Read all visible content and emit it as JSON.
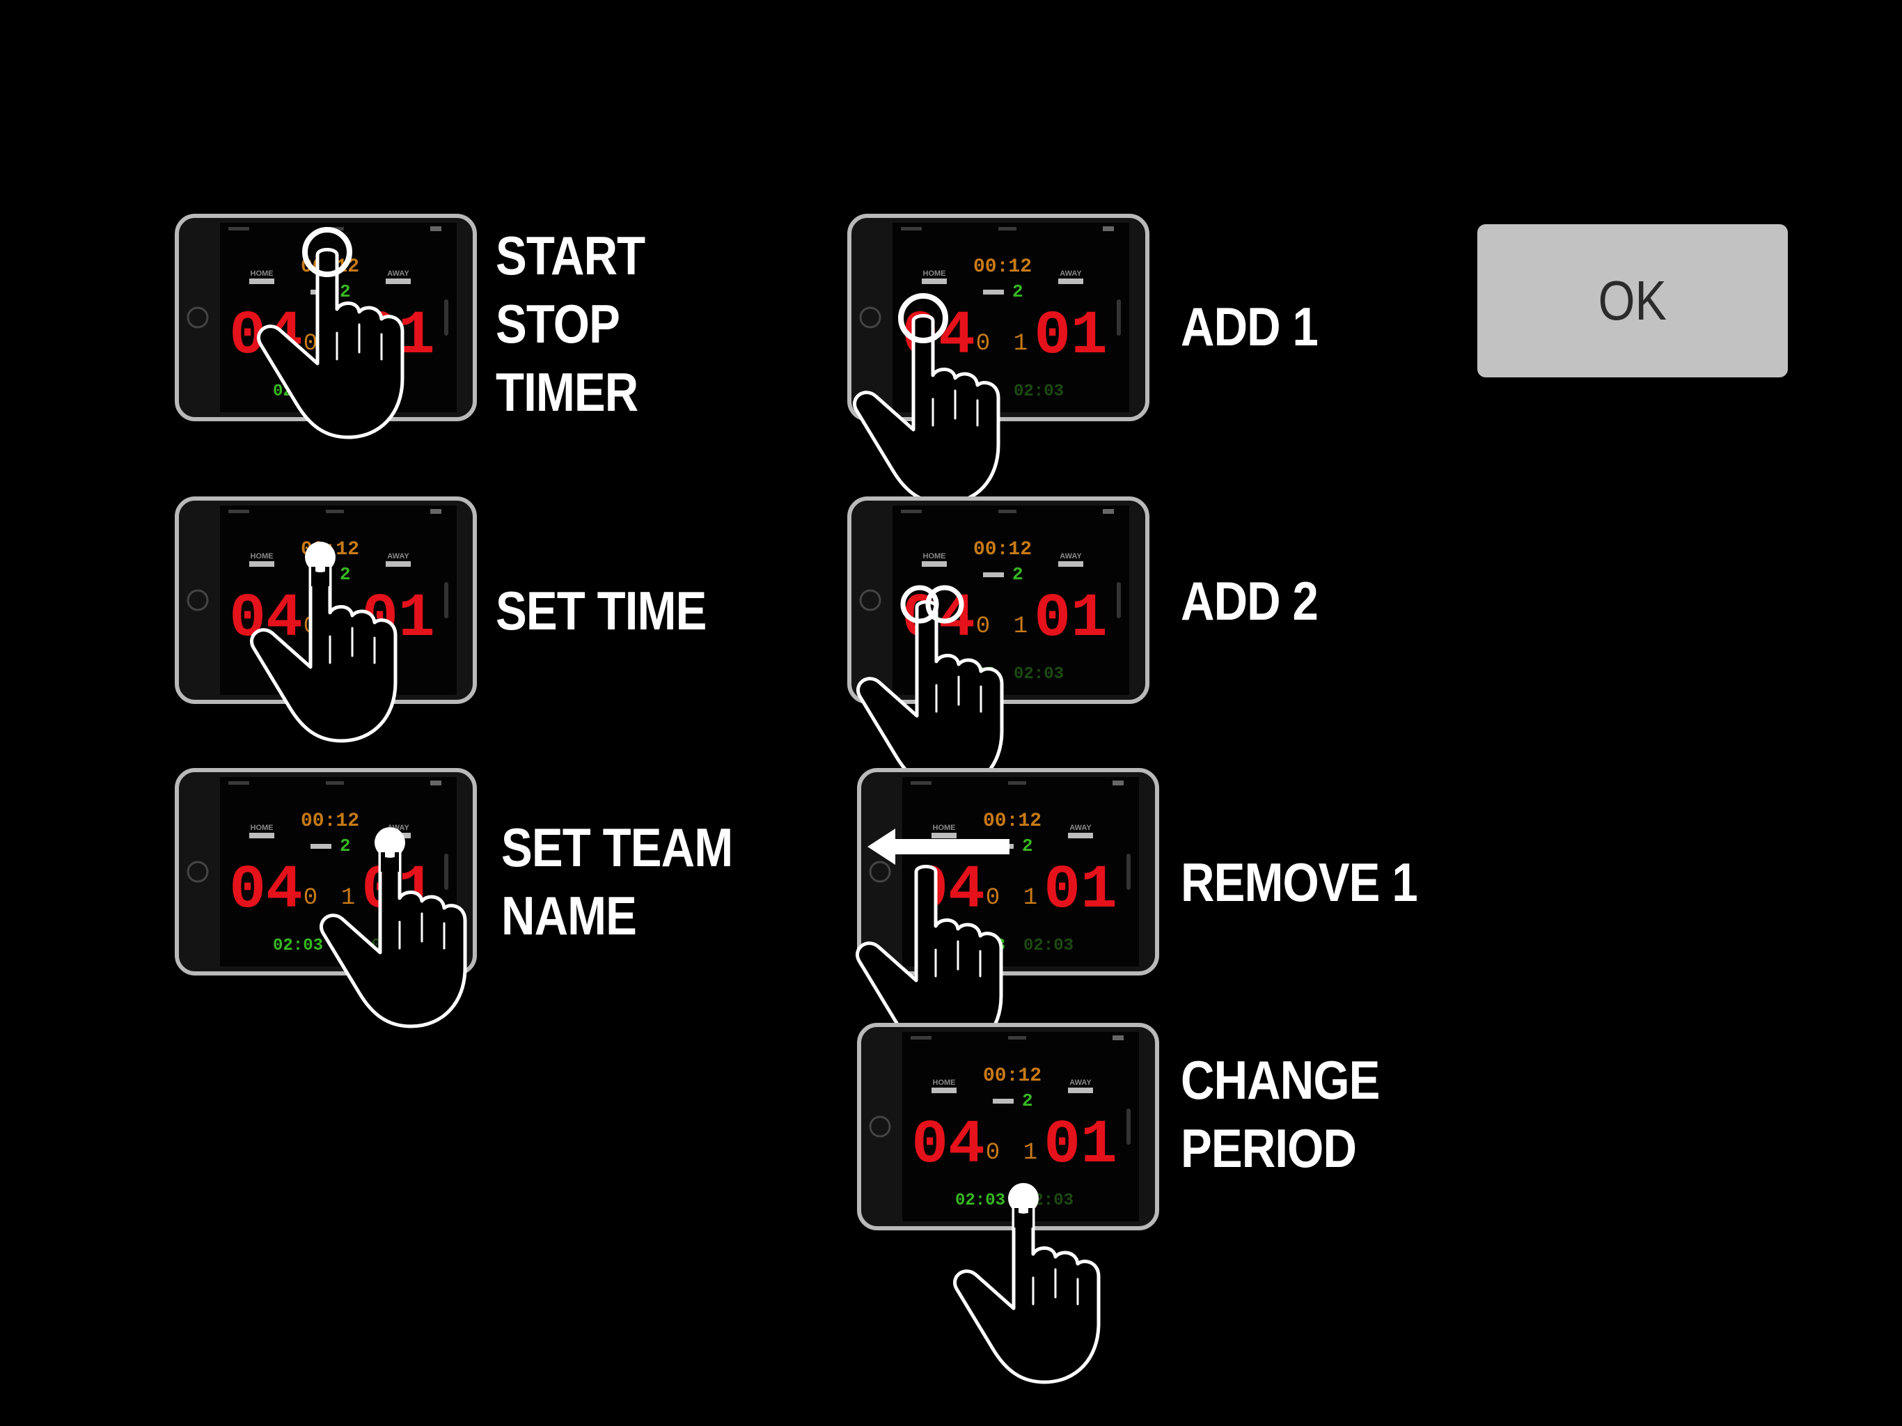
{
  "instructions": [
    {
      "id": "start-stop-timer",
      "lines": [
        "START",
        "STOP",
        "TIMER"
      ],
      "gesture": "tap-timer"
    },
    {
      "id": "set-time",
      "lines": [
        "SET TIME"
      ],
      "gesture": "hold-timer"
    },
    {
      "id": "set-team-name",
      "lines": [
        "SET TEAM",
        "NAME"
      ],
      "gesture": "hold-team-name"
    },
    {
      "id": "add-1",
      "lines": [
        "ADD 1"
      ],
      "gesture": "tap-score"
    },
    {
      "id": "add-2",
      "lines": [
        "ADD 2"
      ],
      "gesture": "two-finger-tap-score"
    },
    {
      "id": "remove-1",
      "lines": [
        "REMOVE 1"
      ],
      "gesture": "swipe-left-score"
    },
    {
      "id": "change-period",
      "lines": [
        "CHANGE",
        "PERIOD"
      ],
      "gesture": "tap-period"
    }
  ],
  "scoreboard": {
    "home_score": "04",
    "away_score": "01",
    "timer": "00:12",
    "period": "2",
    "fouls_left": "0",
    "fouls_right": "1",
    "shot_clock": "02:03",
    "home_label": "HOME",
    "away_label": "AWAY"
  },
  "ok_button": {
    "label": "OK"
  },
  "colors": {
    "background": "#000000",
    "score_red": "#e5121b",
    "timer_orange": "#c87a16",
    "period_green": "#37b822",
    "button_gray": "#c2c2c2"
  }
}
